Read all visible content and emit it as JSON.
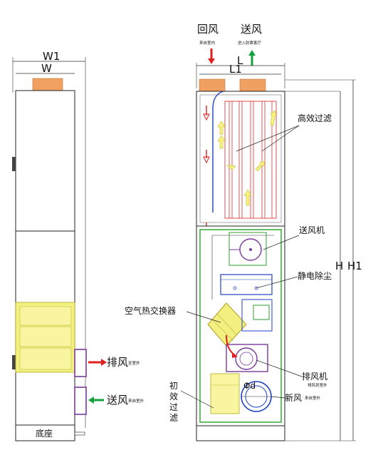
{
  "top": {
    "return_air": {
      "label": "回风",
      "sub": "来自室内"
    },
    "supply_air": {
      "label": "送风",
      "sub": "进入防寒客厅"
    }
  },
  "dimensions": {
    "W1": "W1",
    "W": "W",
    "L": "L",
    "L1": "L1",
    "H": "H",
    "H1": "H1",
    "phi": "Φd"
  },
  "labels": {
    "hepa_filter": "高效过滤",
    "supply_fan": "送风机",
    "electrostatic": "静电除尘",
    "heat_exchanger": "空气热交换器",
    "exhaust_fan": {
      "label": "排风机",
      "sub": "排风到室外"
    },
    "fresh_air": {
      "label": "新风",
      "sub": "来自室外"
    },
    "primary_filter": [
      "初",
      "效",
      "过",
      "滤"
    ]
  },
  "side": {
    "exhaust": {
      "label": "排风",
      "sub": "至室外"
    },
    "supply": {
      "label": "送风",
      "sub": "来自室外"
    },
    "base": "底座"
  },
  "colors": {
    "orange": "#f0a060",
    "red": "#e02020",
    "green": "#14a03c",
    "yellow": "#f4f080",
    "purple": "#7a3a9a",
    "blue": "#2040c0"
  }
}
